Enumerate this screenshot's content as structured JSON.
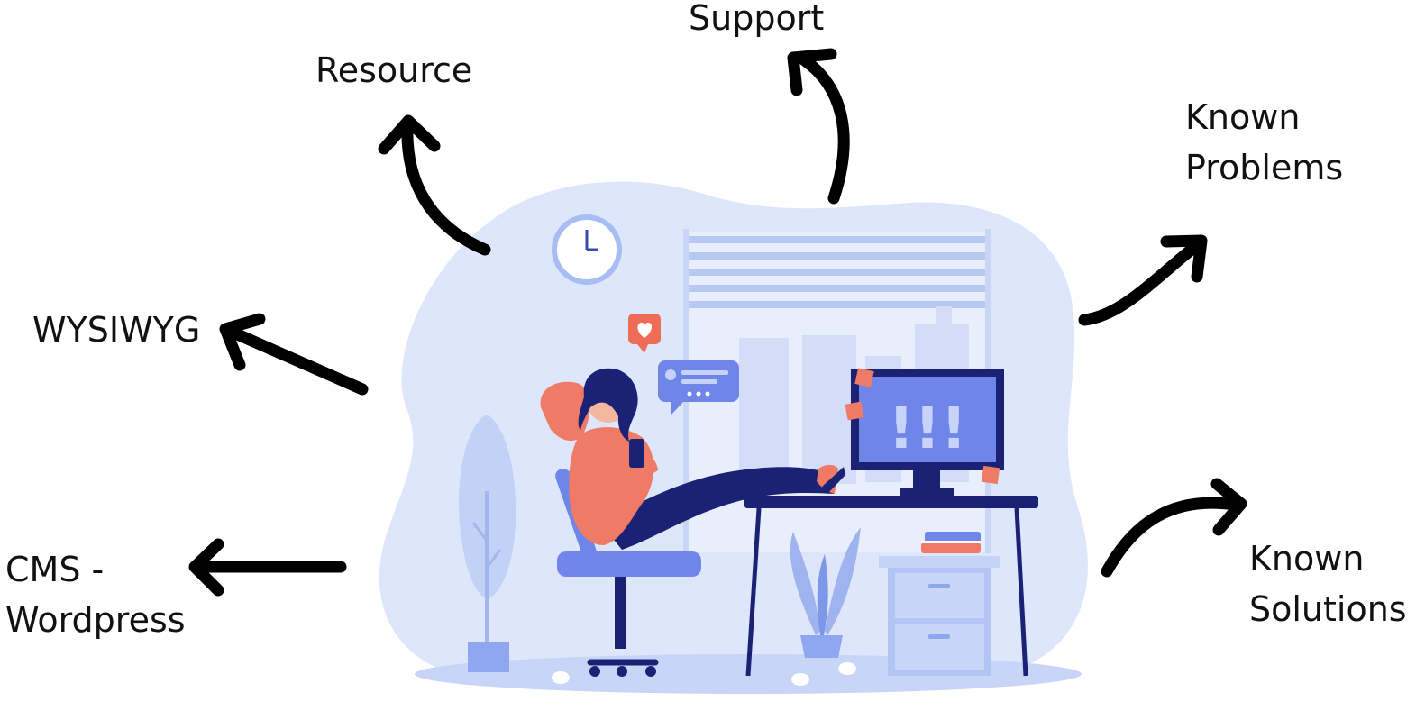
{
  "topics": {
    "support": "Support",
    "resource": "Resource",
    "known_problems": [
      "Known",
      "Problems"
    ],
    "wysiwyg": "WYSIWYG",
    "cms": [
      "CMS -",
      "Wordpress"
    ],
    "known_solutions": [
      "Known",
      "Solutions"
    ]
  },
  "illustration": {
    "monitor_symbol": "!!!",
    "colors": {
      "blob": "#dde6fb",
      "accent_blue": "#6f86e8",
      "dark_navy": "#1b2275",
      "shirt": "#ef7a65",
      "heart_badge": "#ef6d57"
    }
  }
}
